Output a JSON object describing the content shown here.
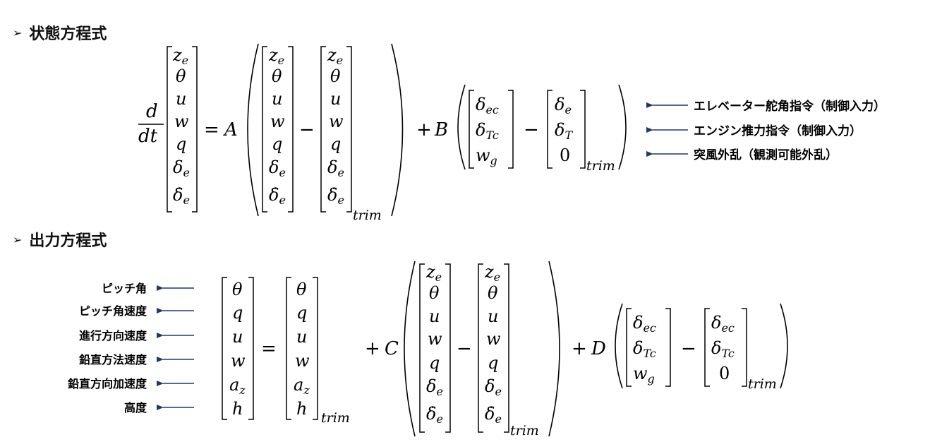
{
  "headings": {
    "state_eq": "状態方程式",
    "output_eq": "出力方程式",
    "bullet": "➢"
  },
  "state": {
    "derivative_num": "d",
    "derivative_den": "dt",
    "state_vector": [
      "z_e",
      "θ",
      "u",
      "w",
      "q",
      "δ_e",
      "δ̇_e"
    ],
    "matrix_A": "A",
    "matrix_B": "B",
    "input_vector": [
      "δ_ec",
      "δ_Tc",
      "w_g"
    ],
    "input_trim_vector": [
      "δ_e",
      "δ_T",
      "0"
    ],
    "trim_subscript": "trim",
    "input_annotations": [
      "エレベーター舵角指令（制御入力）",
      "エンジン推力指令（制御入力）",
      "突風外乱（観測可能外乱）"
    ]
  },
  "output": {
    "output_vector": [
      "θ",
      "q",
      "u",
      "w",
      "a_z",
      "h"
    ],
    "output_labels": [
      "ピッチ角",
      "ピッチ角速度",
      "進行方向速度",
      "鉛直方法速度",
      "鉛直方向加速度",
      "高度"
    ],
    "matrix_C": "C",
    "matrix_D": "D",
    "state_vector": [
      "z_e",
      "θ",
      "u",
      "w",
      "q",
      "δ_e",
      "δ̇_e"
    ],
    "input_vector": [
      "δ_ec",
      "δ_Tc",
      "w_g"
    ],
    "input_trim_vector": [
      "δ_ec",
      "δ_Tc",
      "0"
    ],
    "trim_subscript": "trim"
  },
  "colors": {
    "arrow": "#1f3864",
    "text": "#000000"
  }
}
